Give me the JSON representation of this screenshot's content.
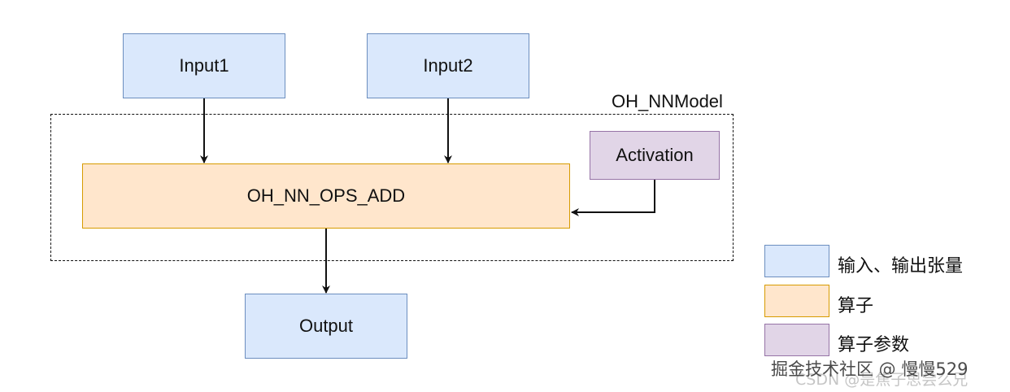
{
  "diagram": {
    "inputs": {
      "input1": "Input1",
      "input2": "Input2"
    },
    "model_label": "OH_NNModel",
    "operator": "OH_NN_OPS_ADD",
    "parameter": "Activation",
    "output": "Output"
  },
  "legend": [
    {
      "label": "输入、输出张量",
      "color": "#dae8fc",
      "border": "#6c8ebf"
    },
    {
      "label": "算子",
      "color": "#ffe6cc",
      "border": "#d79b00"
    },
    {
      "label": "算子参数",
      "color": "#e1d5e7",
      "border": "#9673a6"
    }
  ],
  "watermarks": {
    "primary": "掘金技术社区 @ 慢慢529",
    "secondary": "CSDN @是焦子思尝么兄"
  }
}
